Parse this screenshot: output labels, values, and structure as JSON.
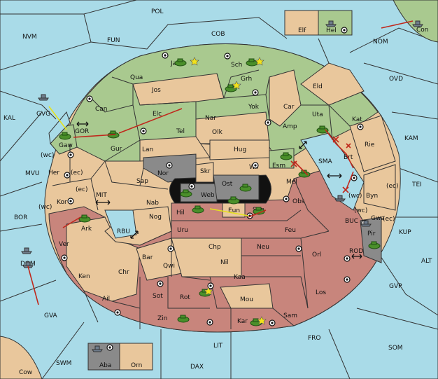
{
  "regions": {
    "POL": "POL",
    "NVM": "NVM",
    "FUN": "FUN",
    "COB": "COB",
    "Elf": "Elf",
    "Hel": "Hel",
    "Con": "Con",
    "NOM": "NOM",
    "OVD": "OVD",
    "KAL": "KAL",
    "KAM": "KAM",
    "TEI": "TEI",
    "KUP": "KUP",
    "ALT": "ALT",
    "GVP": "GVP",
    "SOM": "SOM",
    "FRO": "FRO",
    "LIT": "LIT",
    "DAX": "DAX",
    "SWM": "SWM",
    "Cow": "Cow",
    "GVA": "GVA",
    "BOR": "BOR",
    "MVU": "MVU",
    "GVG": "GVG",
    "DOM": "DOM",
    "Aba": "Aba",
    "Orn": "Orn",
    "Jad": "Jad",
    "Sch": "Sch",
    "Qua": "Qua",
    "Jos": "Jos",
    "Grh": "Grh",
    "Eld": "Eld",
    "Can": "Can",
    "Elc": "Elc",
    "Nar": "Nar",
    "Yok": "Yok",
    "Car": "Car",
    "Uta": "Uta",
    "Kat": "Kat",
    "Gur": "Gur",
    "Tel": "Tel",
    "Olk": "Olk",
    "Amp": "Amp",
    "Rie": "Rie",
    "Lan": "Lan",
    "Hug": "Hug",
    "Gaw": "Gaw",
    "GOR": "GOR",
    "Her": "Her",
    "Esm": "Esm",
    "SMA": "SMA",
    "Brt": "Brt",
    "Nor": "Nor",
    "Skr": "Skr",
    "Ost": "Ost",
    "Web": "Web",
    "Wil": "Wil",
    "Mel": "Mel",
    "Sap": "Sap",
    "Byn": "Byn",
    "Kor": "Kor",
    "Nab": "Nab",
    "Obs": "Obs",
    "MIT": "MIT",
    "Hil": "Hil",
    "Eun": "Eun",
    "Sun": "Sun",
    "Gwa": "Gwa",
    "Nog": "Nog",
    "RBU": "RBU",
    "Ark": "Ark",
    "BUC": "BUC",
    "Pir": "Pir",
    "Uru": "Uru",
    "Feu": "Feu",
    "Ver": "Ver",
    "Chp": "Chp",
    "Neu": "Neu",
    "Bar": "Bar",
    "Orl": "Orl",
    "ROD": "ROD",
    "Qwi": "Qwi",
    "Nil": "Nil",
    "Ken": "Ken",
    "Chr": "Chr",
    "Kaa": "Kaa",
    "Ail": "Ail",
    "Sot": "Sot",
    "Rot": "Rot",
    "Mou": "Mou",
    "Los": "Los",
    "Zin": "Zin",
    "Sam": "Sam",
    "Kar": "Kar"
  },
  "coast_marks": {
    "wc": "(wc)",
    "ec": "(ec)"
  },
  "colors": {
    "sea": "#a9dbe8",
    "neutral": "#e9c79c",
    "green_power": "#a9c98f",
    "red_power": "#c8857c",
    "grey_power": "#8a8a8a",
    "move_arrow": "#c0281c",
    "support_arrow": "#e6e21c"
  },
  "icons": {
    "supply_center": "supply-center-icon",
    "army": "army-icon",
    "fleet": "fleet-icon",
    "star": "star-icon"
  }
}
